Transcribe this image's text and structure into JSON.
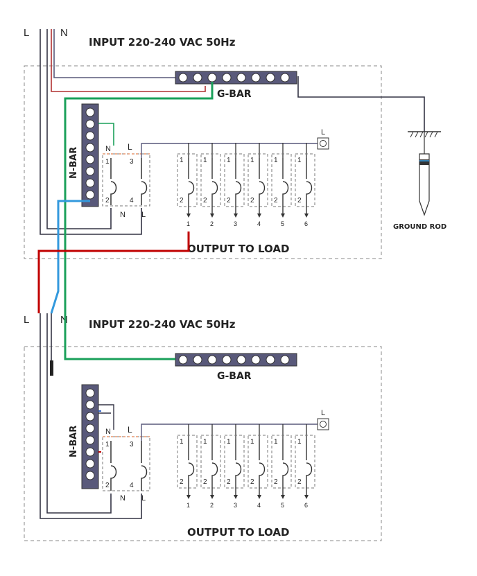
{
  "colors": {
    "live_wire": "#c00000",
    "neutral_wire": "#3399dd",
    "ground_wire": "#1aa05a",
    "busbar": "#59597a",
    "busbar_light": "#c8c8e0",
    "wire_dark": "#333344"
  },
  "upper": {
    "L_label": "L",
    "N_label": "N",
    "input_title": "INPUT 220-240 VAC 50Hz",
    "gbar_label": "G-BAR",
    "nbar_label": "N-BAR",
    "main_top_left": "N",
    "main_top_right": "L",
    "main_pole_top_left": "1",
    "main_pole_top_right": "3",
    "main_pole_bot_left": "2",
    "main_pole_bot_right": "4",
    "main_bot_left": "N",
    "main_bot_right": "L",
    "busbar_L": "L",
    "output_label": "OUTPUT  TO  LOAD",
    "outputs": [
      "1",
      "2",
      "3",
      "4",
      "5",
      "6"
    ]
  },
  "ground_rod_label": "GROUND ROD",
  "lower": {
    "L_label": "L",
    "N_label": "N",
    "input_title": "INPUT 220-240 VAC 50Hz",
    "gbar_label": "G-BAR",
    "nbar_label": "N-BAR",
    "main_top_left": "N",
    "main_top_right": "L",
    "main_pole_top_left": "1",
    "main_pole_top_right": "3",
    "main_pole_bot_left": "2",
    "main_pole_bot_right": "4",
    "main_bot_left": "N",
    "main_bot_right": "L",
    "busbar_L": "L",
    "output_label": "OUTPUT  TO  LOAD",
    "outputs": [
      "1",
      "2",
      "3",
      "4",
      "5",
      "6"
    ]
  },
  "breaker_pole_top": "1",
  "breaker_pole_bot": "2"
}
